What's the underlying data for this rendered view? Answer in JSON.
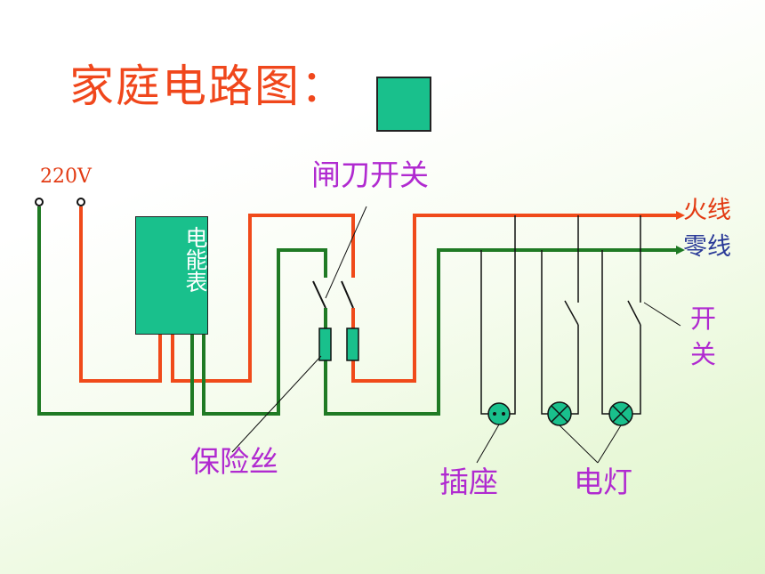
{
  "title": "家庭电路图：",
  "labels": {
    "voltage": "220V",
    "knife_switch": "闸刀开关",
    "live_wire": "火线",
    "neutral_wire": "零线",
    "switch_char1": "开",
    "switch_char2": "关",
    "meter": "电能表",
    "fuse": "保险丝",
    "socket": "插座",
    "lamp": "电灯"
  },
  "colors": {
    "title": "#f0471c",
    "live": "#f04a1a",
    "neutral": "#1f7a24",
    "meter_fill": "#19c08c",
    "label_purple": "#b02ad0",
    "label_red": "#e23a12",
    "label_blue": "#2a3a98"
  }
}
